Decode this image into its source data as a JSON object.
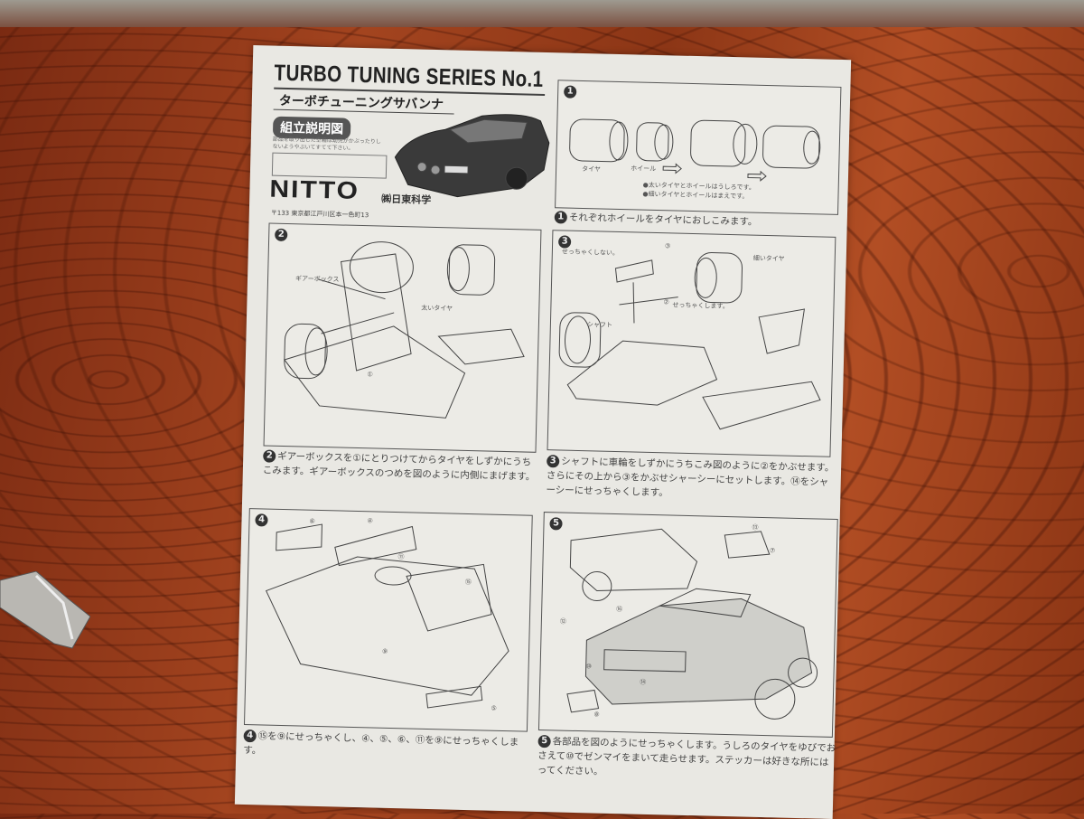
{
  "header": {
    "title": "TURBO TUNING SERIES No.1",
    "subtitle": "ターボチューニングサバンナ",
    "badge": "組立説明図",
    "notice": "部品を取り出した空箱は幼児がかぶったりしないようやぶいてすてて下さい。",
    "brand_logo": "NITTO",
    "company": "㈱日東科学",
    "address": "〒133 東京都江戸川区本一色町13"
  },
  "steps": [
    {
      "number": "1",
      "labels": [
        "タイヤ",
        "ホイール"
      ],
      "notes": [
        "●太いタイヤとホイールはうしろです。",
        "●細いタイヤとホイールはまえです。"
      ],
      "caption": "それぞれホイールをタイヤにおしこみます。"
    },
    {
      "number": "2",
      "labels": [
        "ギアーボックス",
        "太いタイヤ",
        "①"
      ],
      "caption": "ギアーボックスを①にとりつけてからタイヤをしずかにうちこみます。ギアーボックスのつめを図のように内側にまげます。"
    },
    {
      "number": "3",
      "labels": [
        "せっちゃくしない。",
        "細いタイヤ",
        "③",
        "②",
        "せっちゃくします。",
        "シャフト"
      ],
      "caption": "シャフトに車輪をしずかにうちこみ図のように②をかぶせます。さらにその上から③をかぶせシャーシーにセットします。⑭をシャーシーにせっちゃくします。"
    },
    {
      "number": "4",
      "labels": [
        "⑥",
        "④",
        "⑪",
        "⑮",
        "⑨",
        "⑤"
      ],
      "caption": "⑮を⑨にせっちゃくし、④、⑤、⑥、⑪を⑨にせっちゃくします。"
    },
    {
      "number": "5",
      "labels": [
        "⑬",
        "⑦",
        "⑫",
        "⑯",
        "⑩",
        "⑭",
        "⑧"
      ],
      "caption": "各部品を図のようにせっちゃくします。うしろのタイヤをゆびでおさえて⑩でゼンマイをまいて走らせます。ステッカーは好きな所にはってください。"
    }
  ]
}
